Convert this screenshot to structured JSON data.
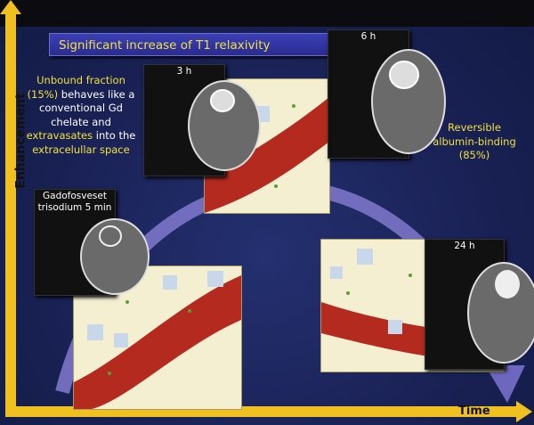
{
  "title": "Significant increase of T1 relaxivity",
  "axes": {
    "y_label": "Enhancement",
    "x_label": "Time"
  },
  "left_text": {
    "l1a": "Unbound fraction",
    "l2a": "(15%)",
    "l2b": " behaves like a",
    "l3": "conventional Gd",
    "l4": "chelate and",
    "l5a": "extravasates",
    "l5b": " into the",
    "l6": "extracelullar space"
  },
  "right_text": {
    "l1": "Reversible",
    "l2": "albumin-binding",
    "l3": "(85%)"
  },
  "images": {
    "initial": {
      "l1": "Gadofosveset",
      "l2": "trisodium 5 min"
    },
    "t3": "3 h",
    "t6": "6 h",
    "t24": "24 h"
  },
  "colors": {
    "accent_yellow": "#f0e040",
    "vessel": "#b52a1e",
    "arc": "#7b74c8"
  }
}
